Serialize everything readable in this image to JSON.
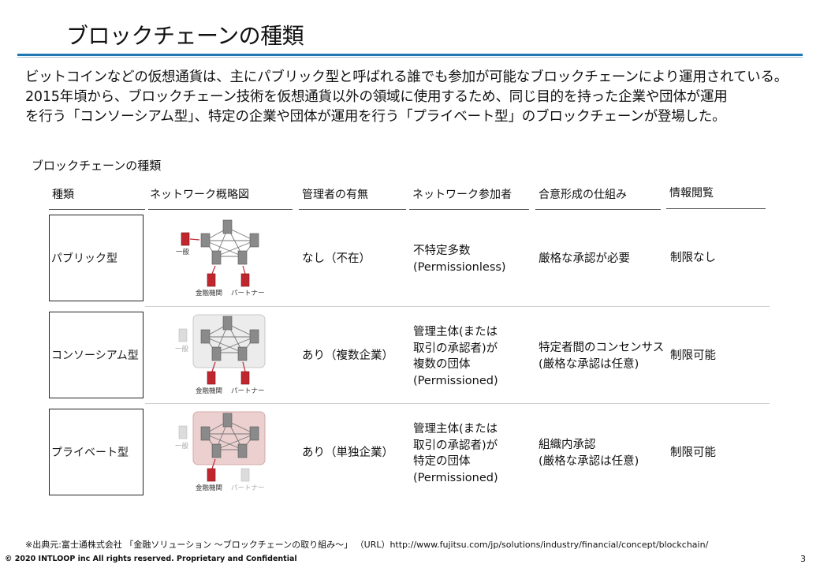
{
  "title": "ブロックチェーンの種類",
  "intro": [
    "ビットコインなどの仮想通貨は、主にパブリック型と呼ばれる誰でも参加が可能なブロックチェーンにより運用されている。",
    "2015年頃から、ブロックチェーン技術を仮想通貨以外の領域に使用するため、同じ目的を持った企業や団体が運用",
    "を行う「コンソーシアム型」、特定の企業や団体が運用を行う「プライベート型」のブロックチェーンが登場した。"
  ],
  "table": {
    "caption": "ブロックチェーンの種類",
    "headers": [
      "種類",
      "ネットワーク概略図",
      "管理者の有無",
      "ネットワーク参加者",
      "合意形成の仕組み",
      "情報閲覧"
    ],
    "diagram_labels": {
      "general": "一般",
      "bank": "金融機関",
      "partner": "パートナー"
    },
    "rows": [
      {
        "type": "パブリック型",
        "admin": "なし（不在）",
        "participants": [
          "不特定多数",
          "(Permissionless)"
        ],
        "consensus": [
          "厳格な承認が必要"
        ],
        "view": "制限なし"
      },
      {
        "type": "コンソーシアム型",
        "admin": "あり（複数企業）",
        "participants": [
          "管理主体(または",
          "取引の承認者)が",
          "複数の団体",
          "(Permissioned)"
        ],
        "consensus": [
          "特定者間のコンセンサス",
          "(厳格な承認は任意)"
        ],
        "view": "制限可能"
      },
      {
        "type": "プライベート型",
        "admin": "あり（単独企業）",
        "participants": [
          "管理主体(または",
          "取引の承認者)が",
          "特定の団体",
          "(Permissioned)"
        ],
        "consensus": [
          "組織内承認",
          "(厳格な承認は任意)"
        ],
        "view": "制限可能"
      }
    ]
  },
  "footnote": "※出典元:富士通株式会社 「金融ソリューション ～ブロックチェーンの取り組み～」 （URL）http://www.fujitsu.com/jp/solutions/industry/financial/concept/blockchain/",
  "footer": "© 2020 INTLOOP inc All rights reserved.  Proprietary and Confidential",
  "page_number": "3",
  "colors": {
    "accent_blue": "#1f77b4",
    "node_gray": "#8a8a8a",
    "node_red": "#c0262d",
    "consortium_bg": "#ececec",
    "private_bg": "#ecd0d0"
  }
}
